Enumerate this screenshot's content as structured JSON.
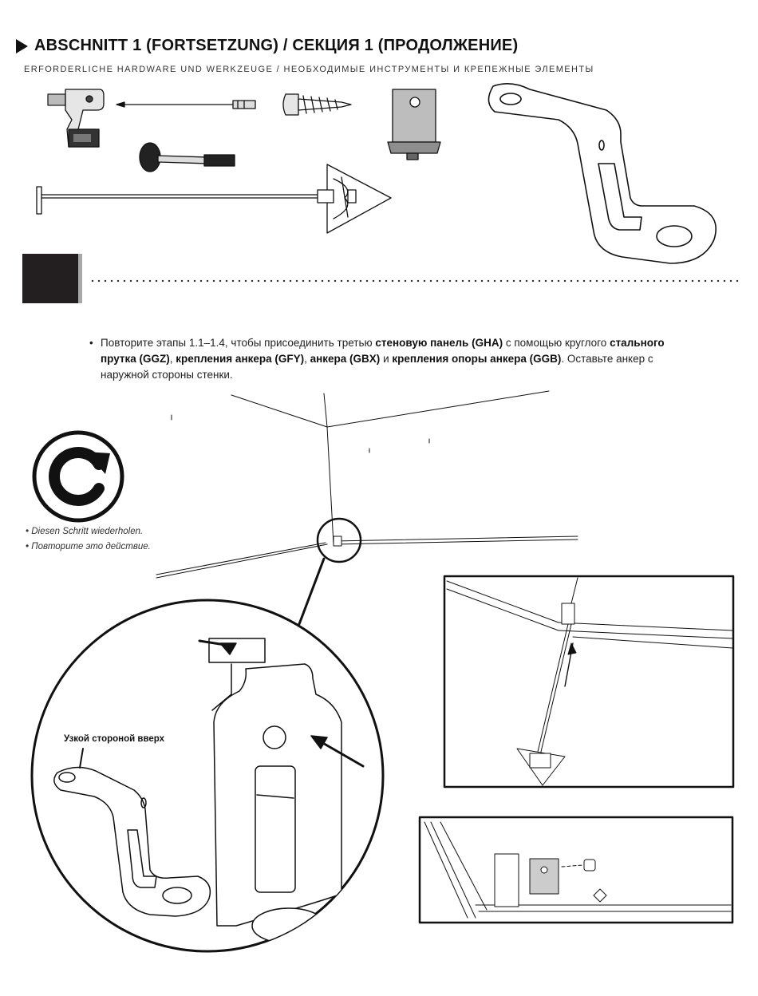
{
  "header": {
    "title": "ABSCHNITT 1 (FORTSETZUNG) / СЕКЦИЯ 1 (ПРОДОЛЖЕНИЕ)",
    "subtitle": "ERFORDERLICHE HARDWARE UND WERKZEUGE / НЕОБХОДИМЫЕ ИНСТРУМЕНТЫ И КРЕПЕЖНЫЕ ЭЛЕМЕНТЫ"
  },
  "tools": [
    "drill-icon",
    "screwdriver-bit-icon",
    "screw-icon",
    "bracket-icon",
    "mallet-icon",
    "anchor-rod-icon",
    "anchor-bracket-icon"
  ],
  "instruction": {
    "bullet": "•",
    "part1": "Повторите этапы 1.1–1.4, чтобы присоединить третью ",
    "bold1": "стеновую панель (GHA)",
    "part2": " с помощью круглого ",
    "bold2": "стального прутка (GGZ)",
    "part3": ", ",
    "bold3": "крепления анкера (GFY)",
    "part4": ", ",
    "bold4": "анкера (GBX)",
    "part5": " и ",
    "bold5": "крепления опоры анкера (GGB)",
    "part6": ". Оставьте анкер с наружной стороны стенки."
  },
  "repeat": {
    "de": "Diesen Schritt wiederholen.",
    "ru": "Повторите это действие."
  },
  "callout_label": "Узкой стороной вверх",
  "colors": {
    "ink": "#111111",
    "step_box": "#231f20",
    "step_edge": "#a8a8a8"
  }
}
